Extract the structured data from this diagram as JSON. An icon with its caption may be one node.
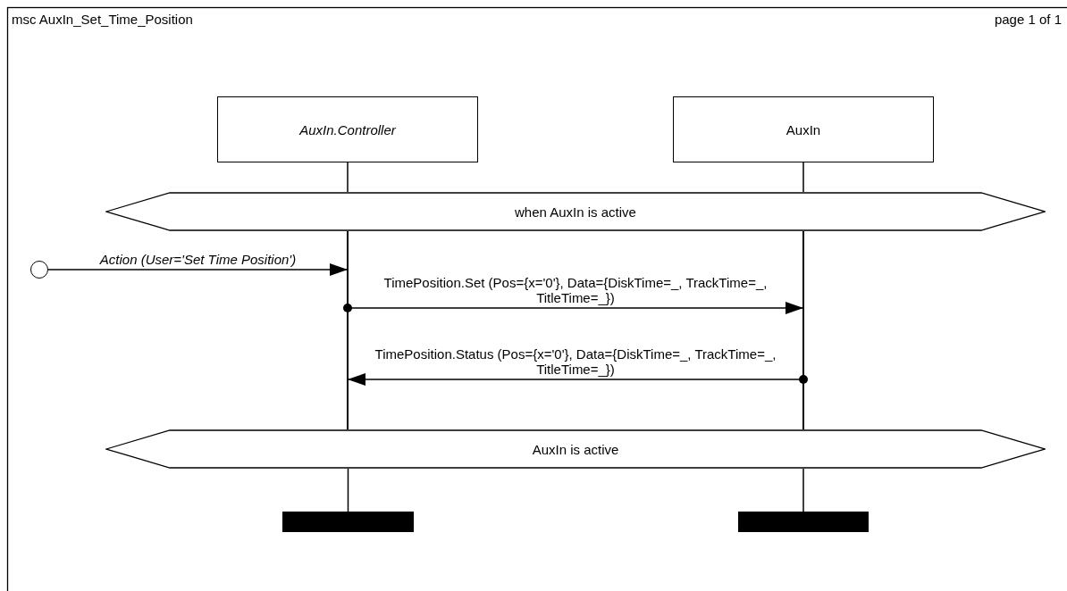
{
  "diagram": {
    "title": "msc AuxIn_Set_Time_Position",
    "nodes": [
      {
        "text": [
          "AuxIn.Controller"
        ]
      },
      {
        "text": [
          "AuxIn"
        ]
      },
      {
        "text": [
          "when AuxIn is active"
        ]
      },
      {
        "text": [
          "AuxIn is active"
        ]
      },
      {
        "text": [],
        "shape": "bar"
      },
      {
        "text": [],
        "shape": "bar"
      },
      {
        "text": [],
        "shape": "circle"
      },
      {
        "text": [],
        "shape": "line"
      },
      {
        "text": [],
        "shape": "line"
      }
    ],
    "edges": [
      {
        "from": 0,
        "to": 2,
        "arrow": "none"
      },
      {
        "from": 1,
        "to": 2,
        "arrow": "none"
      },
      {
        "from": 3,
        "to": 4,
        "arrow": "none"
      },
      {
        "from": 3,
        "to": 5,
        "arrow": "none"
      },
      {
        "from": 6,
        "to": 7,
        "arrow": "to",
        "label": "Action (User='Set Time Position')"
      },
      {
        "from": 7,
        "to": 8,
        "arrow": "to",
        "label": "TimePosition.Set (Pos={x='0'}, Data={DiskTime=_, TrackTime=_, TitleTime=_})"
      },
      {
        "from": 8,
        "to": 7,
        "arrow": "to",
        "label": "TimePosition.Status (Pos={x='0'}, Data={DiskTime=_, TrackTime=_, TitleTime=_})"
      }
    ],
    "labels": [
      "page 1 of 1"
    ]
  }
}
